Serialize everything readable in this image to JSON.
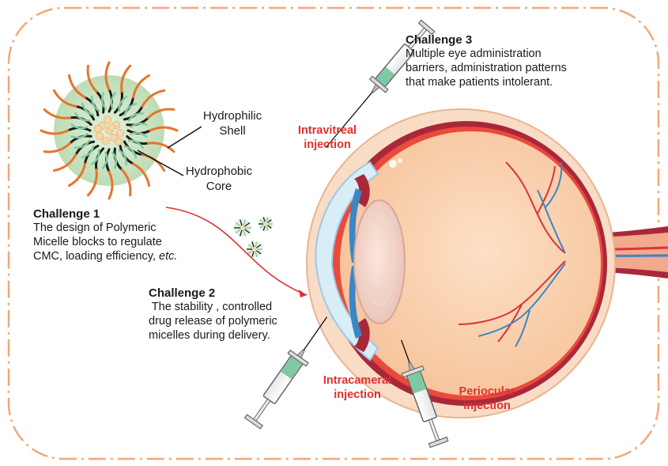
{
  "micelle": {
    "shell_label": "Hydrophilic\nShell",
    "core_label": "Hydrophobic\nCore"
  },
  "challenge1": {
    "title": "Challenge 1",
    "line1": "The design of Polymeric",
    "line2": "Micelle blocks to regulate",
    "line3_prefix": "CMC, loading efficiency, ",
    "line3_italic": "etc."
  },
  "challenge2": {
    "title": "Challenge 2",
    "line1": " The stability , controlled",
    "line2": "drug release of polymeric",
    "line3": "micelles during delivery."
  },
  "challenge3": {
    "title": "Challenge 3",
    "line1": "Multiple eye administration",
    "line2": "barriers, administration patterns",
    "line3": "that make patients intolerant."
  },
  "routes": {
    "intravitreal": "Intravitreal\ninjection",
    "intracameral": "Intracameral\ninjection",
    "periocular": "Periocular\ninjection"
  },
  "colors": {
    "frame": "#f0a878",
    "route_label": "#e03030",
    "sclera": "#f4c9a6",
    "choroid": "#a8283a",
    "retina_vessel": "#d8353a",
    "blue_vessel": "#3a86c8",
    "syringe_fluid": "#7fc9a0",
    "micelle_hydrophilic": "#e8742a",
    "micelle_hydrophobic": "#1a1a1a",
    "micelle_halo": "#c9e4c2"
  }
}
